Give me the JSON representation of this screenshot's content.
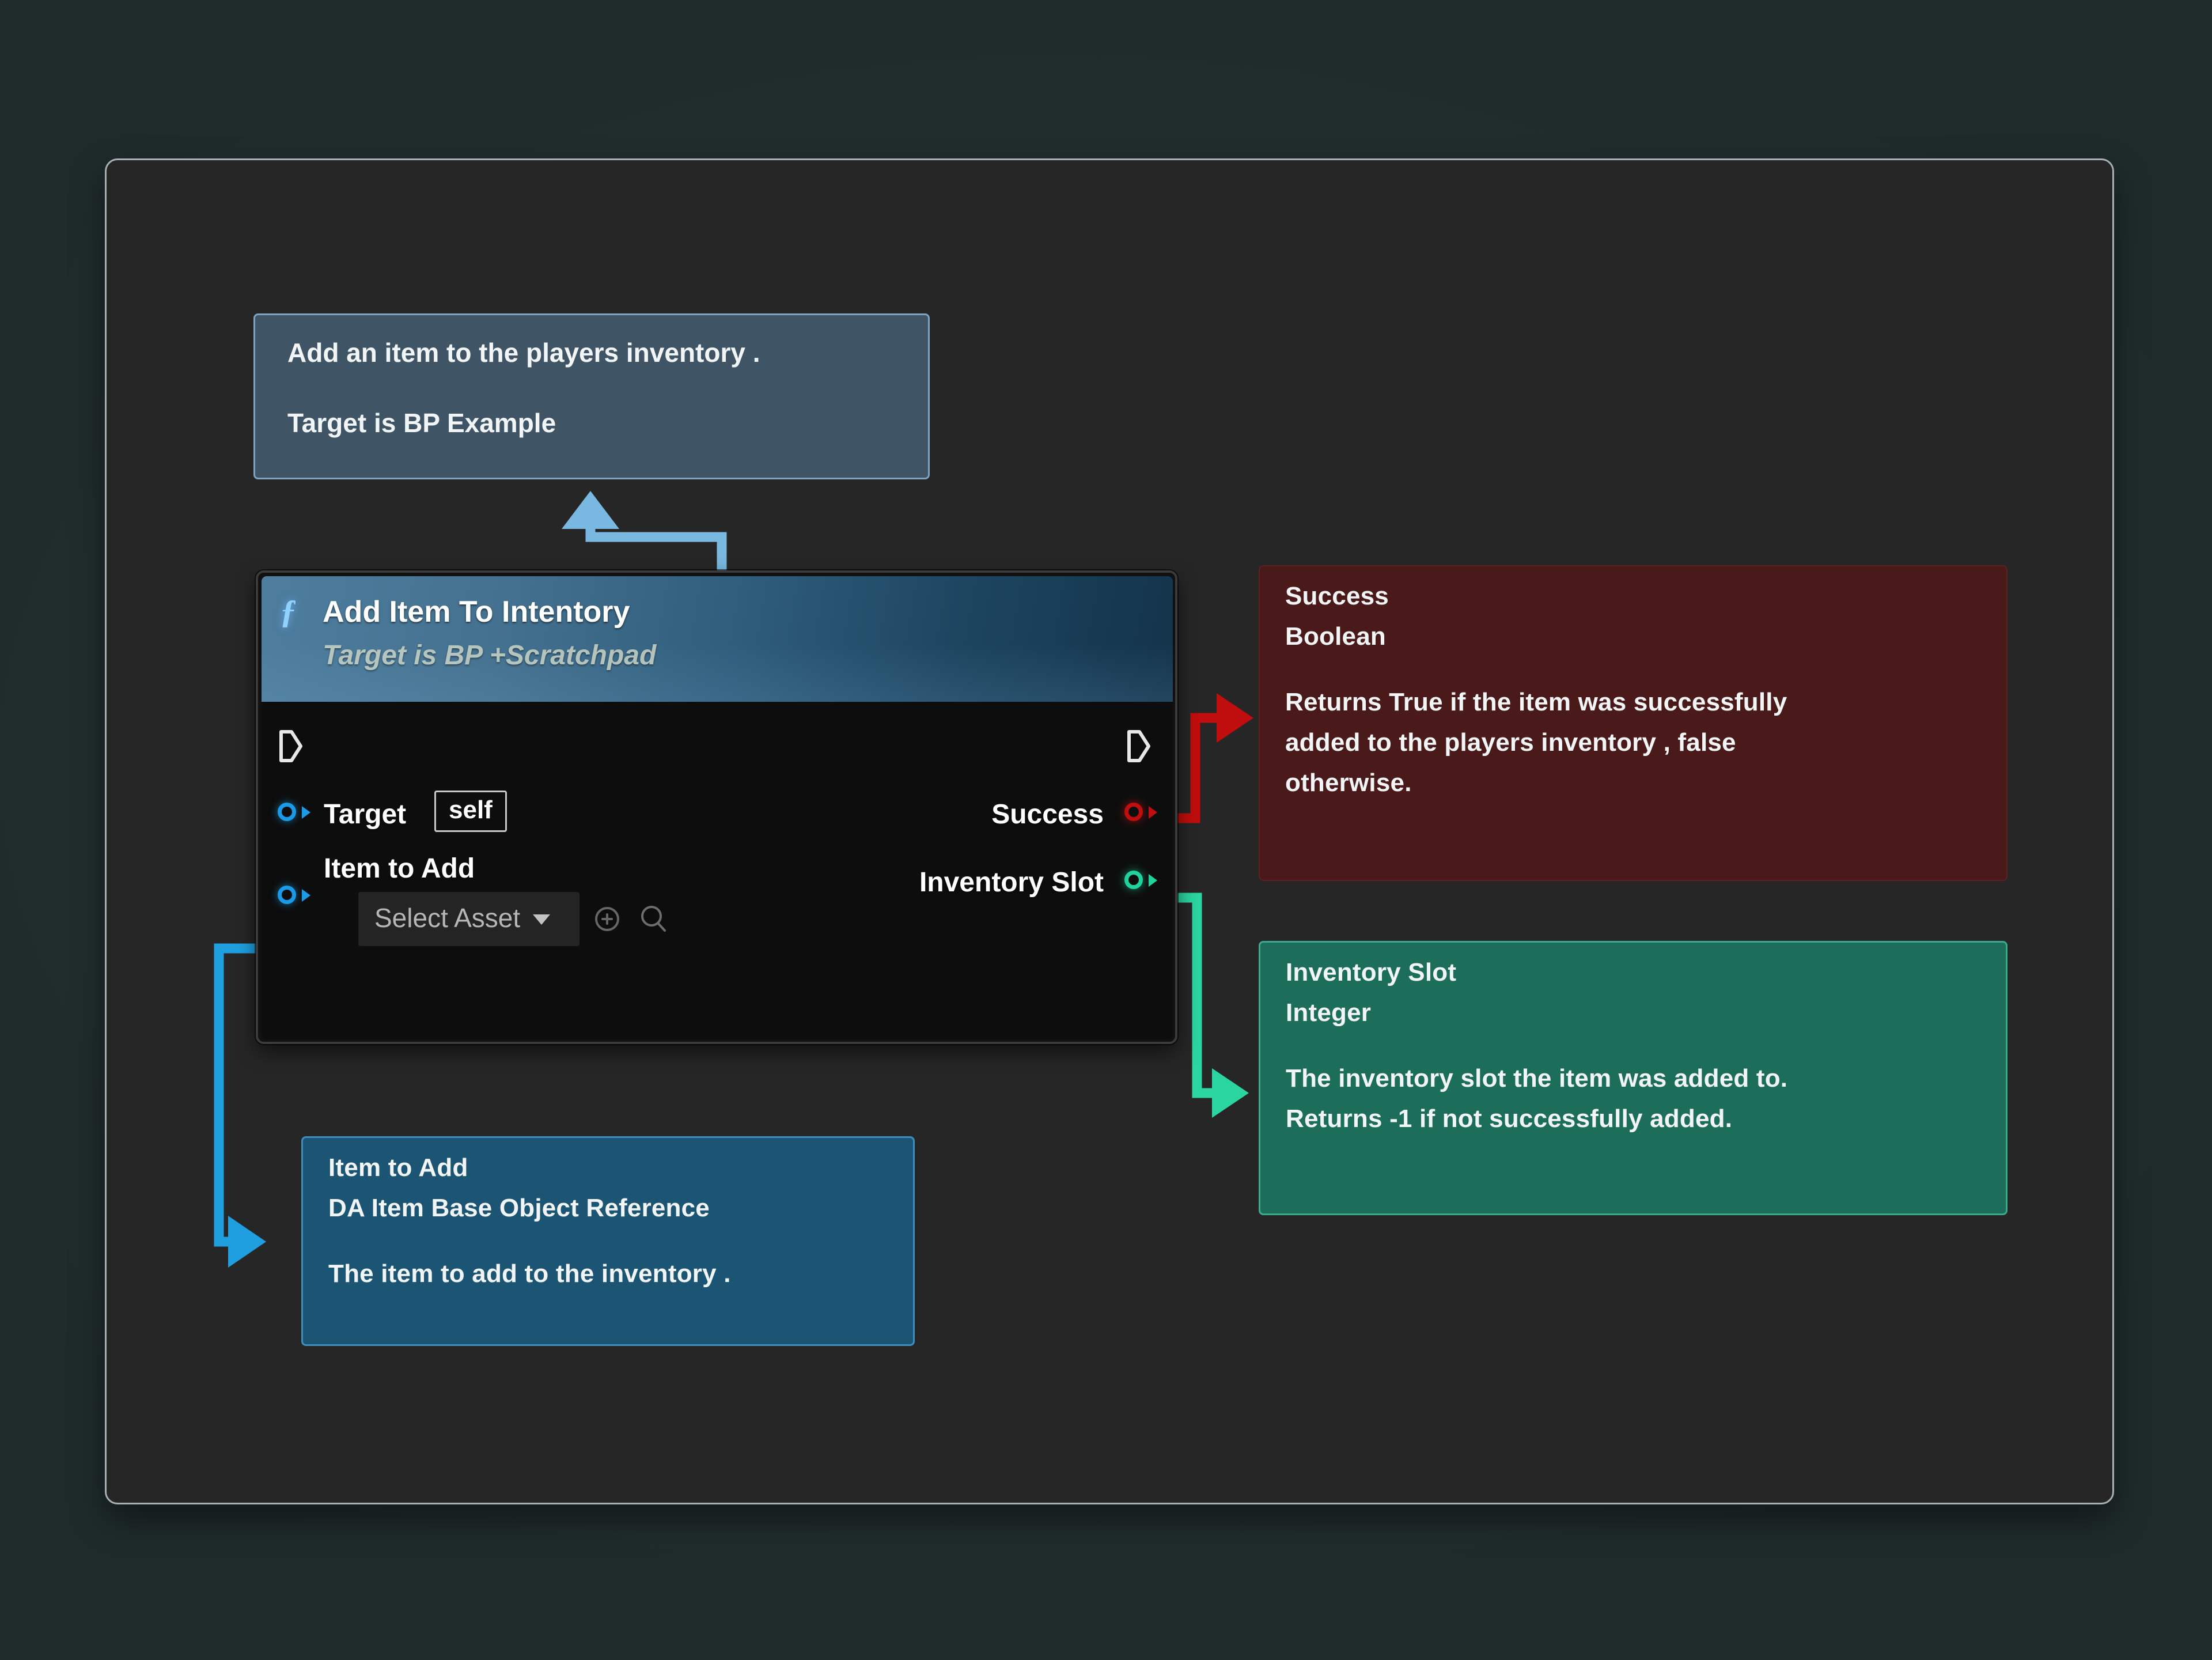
{
  "canvas": {
    "background_color": "#222e2e",
    "panel_background": "#262626",
    "panel_border": "#a9b0b2"
  },
  "description_box": {
    "line1": "Add an item to the players  inventory .",
    "line2": "Target  is BP Example",
    "background": "#3f5566",
    "border": "#7fa3bd"
  },
  "node": {
    "title": "Add Item To Intentory",
    "subtitle": "Target is BP +Scratchpad",
    "function_icon": "function-f-icon",
    "header_color": "#2f5d7c",
    "body_color": "#0d0d0d",
    "inputs": [
      {
        "name": "exec-in",
        "label": "",
        "type": "exec",
        "color": "#ffffff"
      },
      {
        "name": "target",
        "label": "Target",
        "type": "object",
        "color": "#1b9ae8",
        "value": "self"
      },
      {
        "name": "item-to-add",
        "label": "Item to Add",
        "type": "object",
        "color": "#1b9ae8"
      }
    ],
    "outputs": [
      {
        "name": "exec-out",
        "label": "",
        "type": "exec",
        "color": "#ffffff"
      },
      {
        "name": "success",
        "label": "Success",
        "type": "boolean",
        "color": "#c00d0d"
      },
      {
        "name": "inventory-slot",
        "label": "Inventory Slot",
        "type": "integer",
        "color": "#1fd49c"
      }
    ],
    "asset_picker": {
      "placeholder": "Select Asset",
      "chevron": "chevron-down-icon",
      "use_selected_icon": "use-selected-asset-icon",
      "browse_icon": "browse-search-icon"
    }
  },
  "success_tooltip": {
    "title": "Success",
    "type": "Boolean",
    "line1": "Returns  True if the item  was  successfully",
    "line2": "added  to the players  inventory , false",
    "line3": "otherwise.",
    "background": "#4a1a1a",
    "border": "#5d2020"
  },
  "inventory_slot_tooltip": {
    "title": "Inventory  Slot",
    "type": "Integer",
    "line1": "The inventory  slot the item  was  added  to.",
    "line2": "Returns  -1 if not successfully   added.",
    "background": "#1c6e5a",
    "border": "#3aa98c"
  },
  "item_to_add_tooltip": {
    "title": "Item  to Add",
    "type": "DA Item  Base  Object  Reference",
    "line1": "The item  to add to the inventory .",
    "background": "#1c5573",
    "border": "#3e8fbf"
  },
  "connectors": [
    {
      "name": "node-to-description",
      "color": "#79b8e0"
    },
    {
      "name": "success-to-tooltip",
      "color": "#c00d0d"
    },
    {
      "name": "inventory-slot-to-tooltip",
      "color": "#2bd5a0"
    },
    {
      "name": "item-to-add-to-tooltip",
      "color": "#1f9fe0"
    }
  ]
}
